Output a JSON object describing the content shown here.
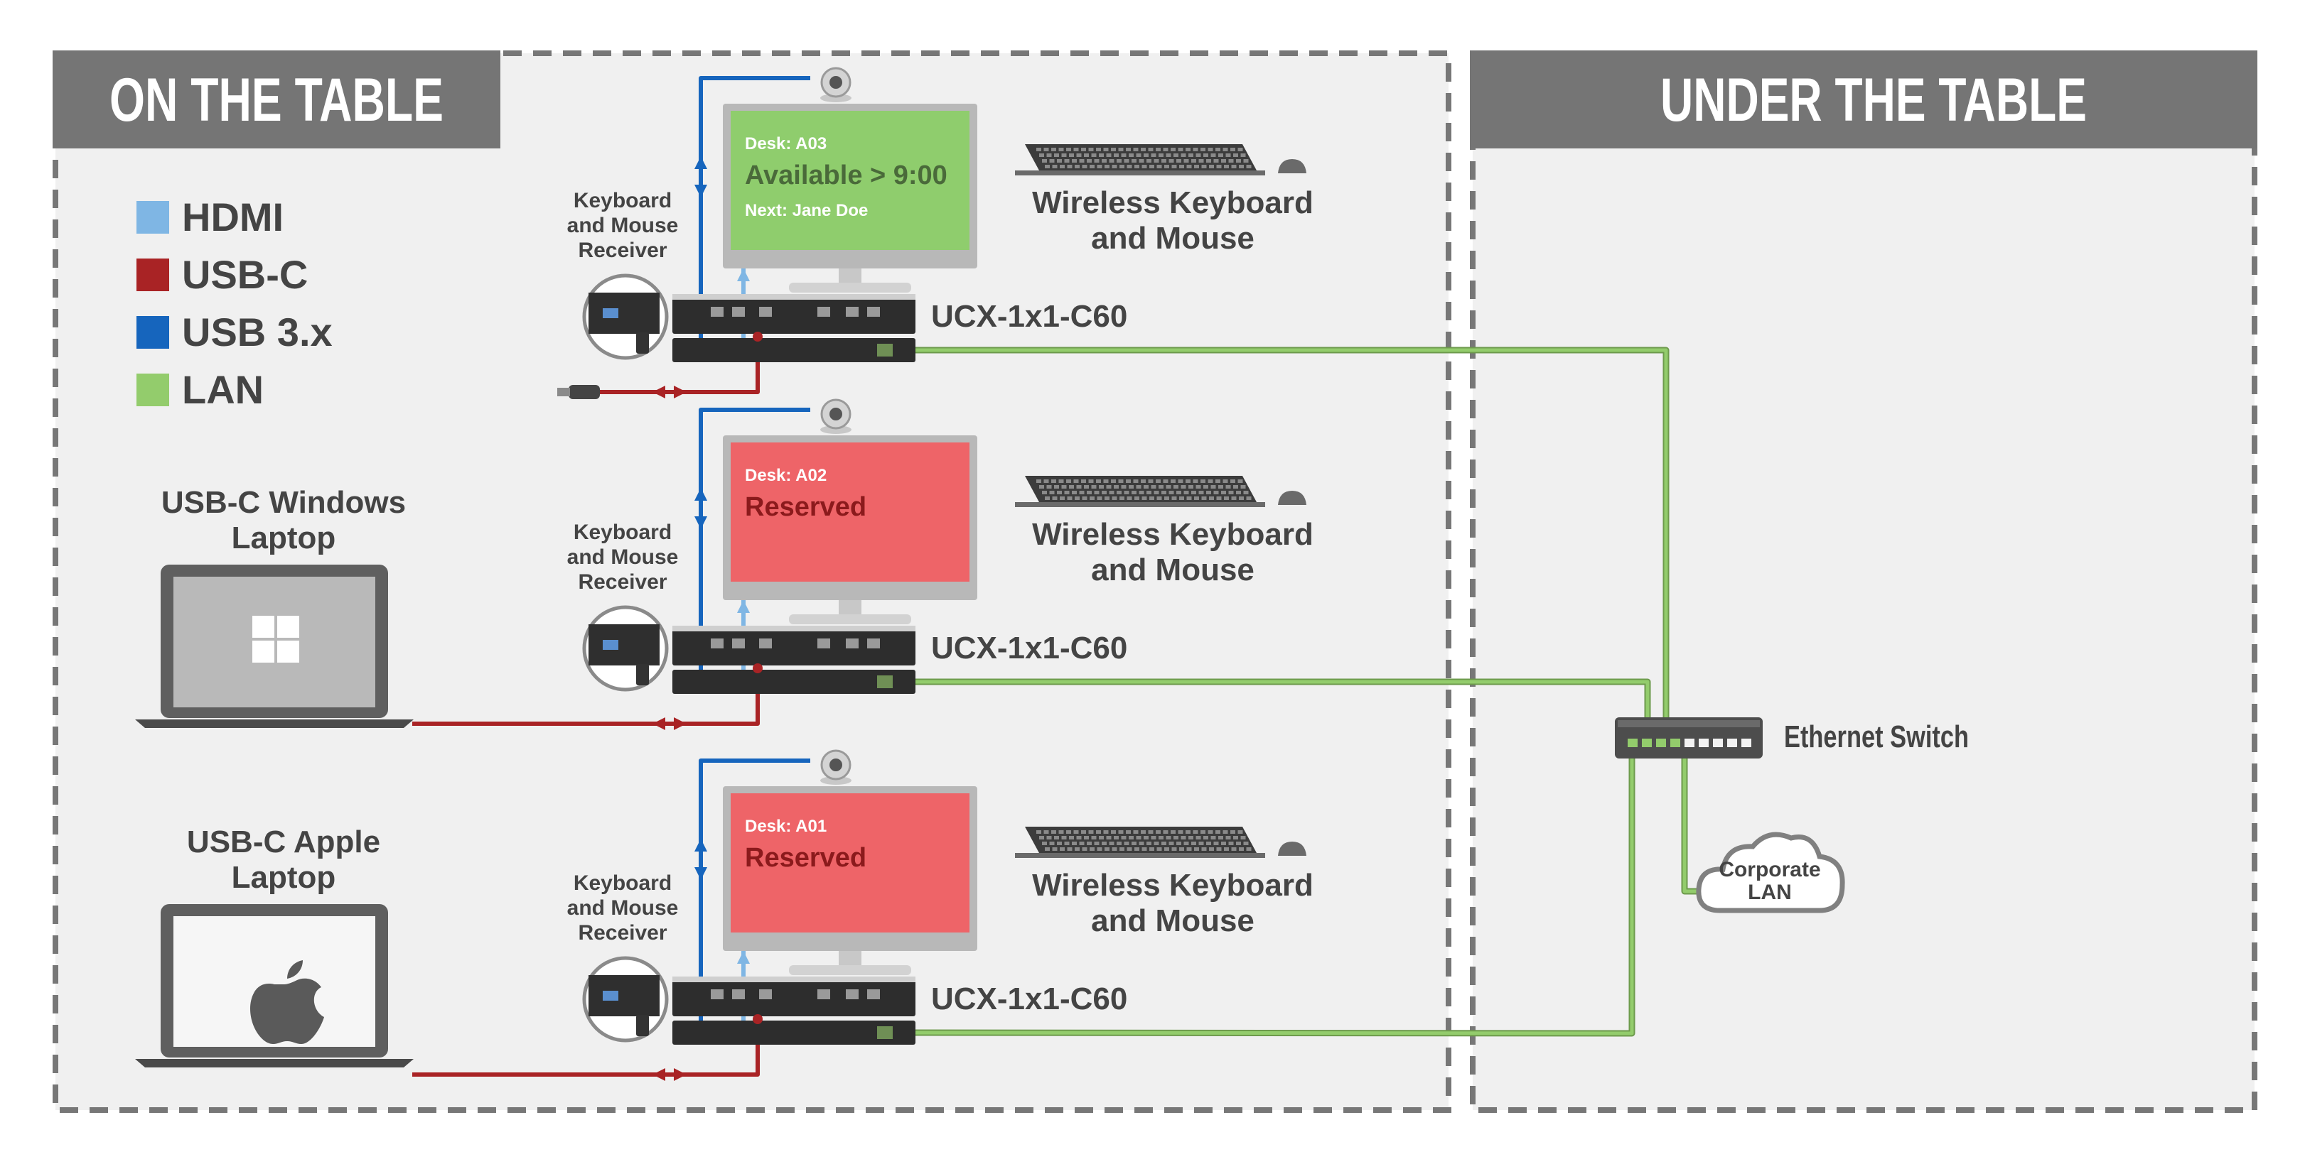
{
  "sections": {
    "on_table": "ON THE TABLE",
    "under_table": "UNDER THE TABLE"
  },
  "legend": [
    {
      "label": "HDMI",
      "color": "#7fb6e4"
    },
    {
      "label": "USB-C",
      "color": "#a92325"
    },
    {
      "label": "USB 3.x",
      "color": "#1665bd"
    },
    {
      "label": "LAN",
      "color": "#93cc6c"
    }
  ],
  "stations": [
    {
      "desk": "Desk: A03",
      "status": "Available > 9:00",
      "next": "Next: Jane Doe",
      "screen_color": "#8fcd6d",
      "status_color": "#4a6a3a",
      "receiver_label": [
        "Keyboard",
        "and Mouse",
        "Receiver"
      ],
      "peripheral_label": [
        "Wireless Keyboard",
        "and Mouse"
      ],
      "device": "UCX-1x1-C60"
    },
    {
      "desk": "Desk: A02",
      "status": "Reserved",
      "next": "",
      "screen_color": "#ee6468",
      "status_color": "#8b1a1c",
      "receiver_label": [
        "Keyboard",
        "and Mouse",
        "Receiver"
      ],
      "peripheral_label": [
        "Wireless Keyboard",
        "and Mouse"
      ],
      "device": "UCX-1x1-C60"
    },
    {
      "desk": "Desk: A01",
      "status": "Reserved",
      "next": "",
      "screen_color": "#ee6468",
      "status_color": "#8b1a1c",
      "receiver_label": [
        "Keyboard",
        "and Mouse",
        "Receiver"
      ],
      "peripheral_label": [
        "Wireless Keyboard",
        "and Mouse"
      ],
      "device": "UCX-1x1-C60"
    }
  ],
  "laptops": [
    {
      "label": [
        "USB-C Windows",
        "Laptop"
      ],
      "icon": "windows-logo-icon"
    },
    {
      "label": [
        "USB-C Apple",
        "Laptop"
      ],
      "icon": "apple-logo-icon"
    }
  ],
  "switch_label": "Ethernet Switch",
  "cloud_label": [
    "Corporate",
    "LAN"
  ]
}
